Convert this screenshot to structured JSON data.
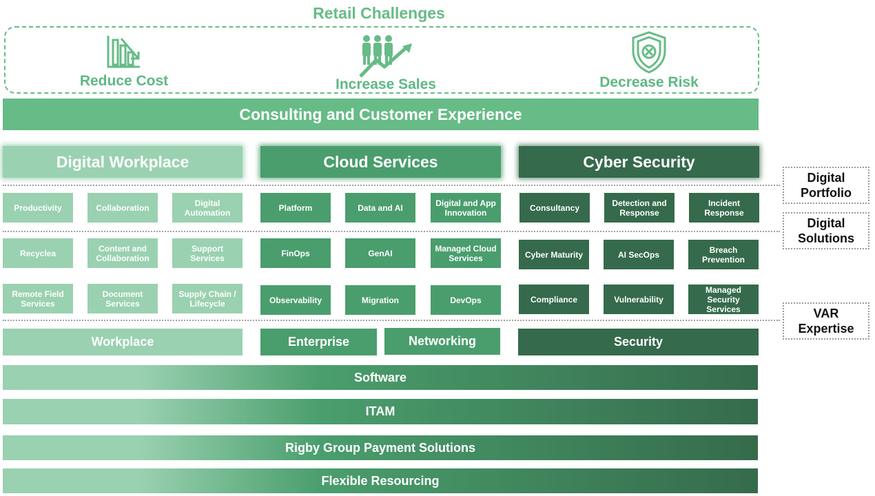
{
  "challenges": {
    "title": "Retail Challenges",
    "items": [
      {
        "label": "Reduce Cost",
        "icon": "cost-chart-icon"
      },
      {
        "label": "Increase Sales",
        "icon": "sales-growth-icon"
      },
      {
        "label": "Decrease Risk",
        "icon": "shield-risk-icon"
      }
    ]
  },
  "consulting": "Consulting and Customer Experience",
  "pillars": {
    "digital_workplace": "Digital Workplace",
    "cloud_services": "Cloud Services",
    "cyber_security": "Cyber Security"
  },
  "side_labels": {
    "digital_portfolio": "Digital Portfolio",
    "digital_solutions": "Digital Solutions",
    "var_expertise": "VAR Expertise"
  },
  "tiles": {
    "digital_workplace": [
      "Productivity",
      "Collaboration",
      "Digital Automation",
      "Recyclea",
      "Content and Collaboration",
      "Support Services",
      "Remote Field Services",
      "Document Services",
      "Supply Chain / Lifecycle"
    ],
    "cloud_services": [
      "Platform",
      "Data and AI",
      "Digital and App Innovation",
      "FinOps",
      "GenAI",
      "Managed Cloud Services",
      "Observability",
      "Migration",
      "DevOps"
    ],
    "cyber_security": [
      "Consultancy",
      "Detection and Response",
      "Incident Response",
      "Cyber Maturity",
      "AI SecOps",
      "Breach Prevention",
      "Compliance",
      "Vulnerability",
      "Managed Security Services"
    ]
  },
  "var": {
    "workplace": "Workplace",
    "enterprise": "Enterprise",
    "networking": "Networking",
    "security": "Security"
  },
  "bars": {
    "software": "Software",
    "itam": "ITAM",
    "payments": "Rigby Group Payment Solutions",
    "resourcing": "Flexible Resourcing"
  },
  "colors": {
    "light_green": "#9ad1b1",
    "mid_green": "#4a9e6d",
    "dark_green": "#356b4c",
    "accent_green": "#66bb86"
  }
}
